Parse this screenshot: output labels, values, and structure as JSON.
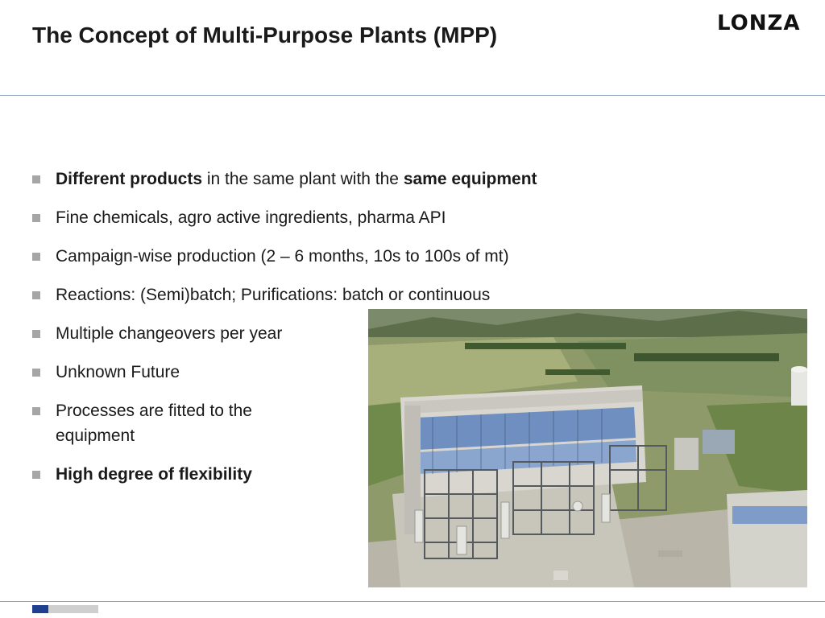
{
  "slide": {
    "title": "The Concept of Multi-Purpose Plants (MPP)",
    "logo_text": "LONZA"
  },
  "bullets": [
    {
      "bold_lead": "Different products",
      "middle": " in the same plant with the ",
      "bold_tail": "same equipment"
    },
    {
      "text": "Fine chemicals, agro active ingredients, pharma API"
    },
    {
      "text": "Campaign-wise production (2 – 6 months, 10s to 100s of mt)"
    },
    {
      "text": "Reactions: (Semi)batch; Purifications: batch or continuous"
    },
    {
      "text": "Multiple changeovers per year"
    },
    {
      "text": "Unknown Future"
    },
    {
      "text": "Processes are fitted to the equipment"
    },
    {
      "text": "High degree of flexibility"
    }
  ],
  "colors": {
    "accent_blue": "#1f3f8f",
    "rule": "#8fa3bf",
    "bullet_marker": "#a6a6a6"
  },
  "icons": {
    "bullet": "square-bullet-icon",
    "photo": "industrial-plant-aerial-photo"
  }
}
